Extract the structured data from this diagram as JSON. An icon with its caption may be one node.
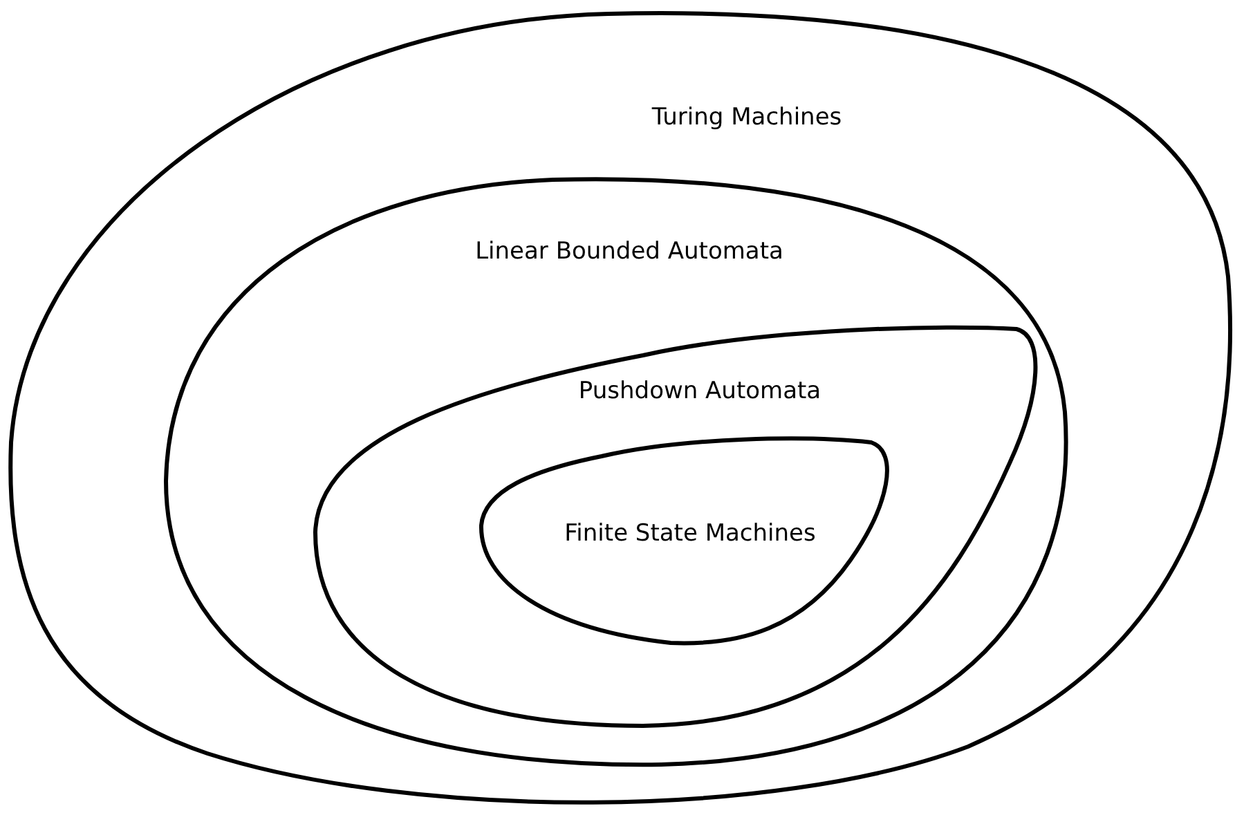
{
  "diagram": {
    "nodes": [
      {
        "text": [
          "Turing Machines"
        ]
      },
      {
        "text": [
          "Linear Bounded Automata"
        ],
        "in": 0
      },
      {
        "text": [
          "Pushdown Automata"
        ],
        "in": 1
      },
      {
        "text": [
          "Finite State Machines"
        ],
        "in": 2
      }
    ]
  }
}
